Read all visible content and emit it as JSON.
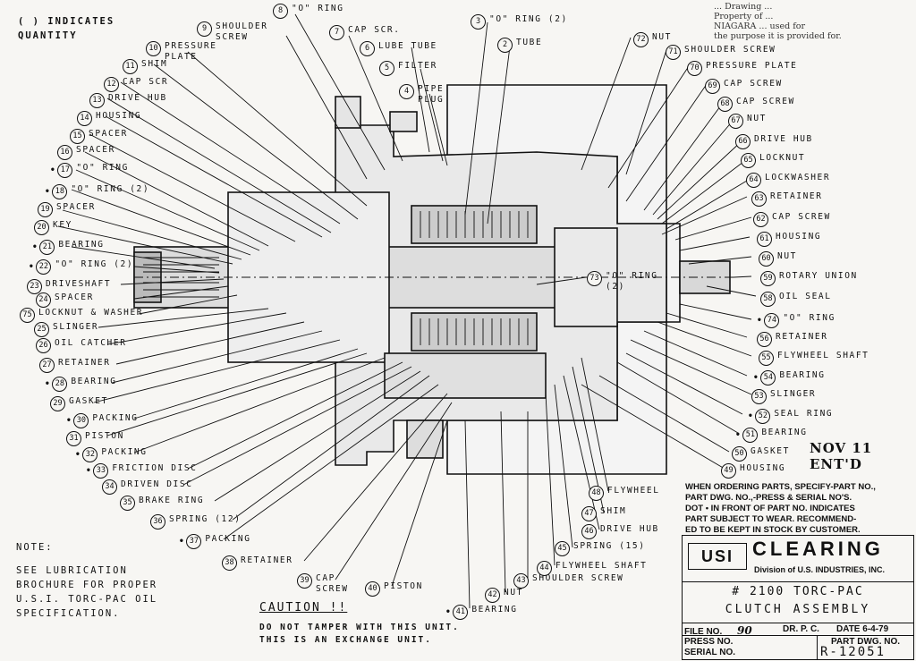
{
  "header_note": "( ) INDICATES\nQUANTITY",
  "stamp_text": "... Drawing ...\nProperty of ...\nNIAGARA ... used for\nthe purpose it is provided for.",
  "labels_left": [
    {
      "num": "8",
      "text": "\"O\" RING"
    },
    {
      "num": "9",
      "text": "SHOULDER\nSCREW"
    },
    {
      "num": "7",
      "text": "CAP SCR."
    },
    {
      "num": "6",
      "text": "LUBE TUBE"
    },
    {
      "num": "5",
      "text": "FILTER"
    },
    {
      "num": "4",
      "text": "PIPE\nPLUG"
    },
    {
      "num": "3",
      "text": "\"O\" RING (2)"
    },
    {
      "num": "2",
      "text": "TUBE"
    },
    {
      "num": "10",
      "text": "PRESSURE\nPLATE"
    },
    {
      "num": "11",
      "text": "SHIM"
    },
    {
      "num": "12",
      "text": "CAP SCR"
    },
    {
      "num": "13",
      "text": "DRIVE HUB"
    },
    {
      "num": "14",
      "text": "HOUSING"
    },
    {
      "num": "15",
      "text": "SPACER"
    },
    {
      "num": "16",
      "text": "SPACER"
    },
    {
      "num": "17",
      "text": "\"O\" RING",
      "dot": true
    },
    {
      "num": "18",
      "text": "\"O\" RING (2)",
      "dot": true
    },
    {
      "num": "19",
      "text": "SPACER"
    },
    {
      "num": "20",
      "text": "KEY"
    },
    {
      "num": "21",
      "text": "BEARING",
      "dot": true
    },
    {
      "num": "22",
      "text": "\"O\" RING (2)",
      "dot": true
    },
    {
      "num": "23",
      "text": "DRIVESHAFT"
    },
    {
      "num": "24",
      "text": "SPACER"
    },
    {
      "num": "75",
      "text": "LOCKNUT & WASHER"
    },
    {
      "num": "25",
      "text": "SLINGER"
    },
    {
      "num": "26",
      "text": "OIL CATCHER"
    },
    {
      "num": "27",
      "text": "RETAINER"
    },
    {
      "num": "28",
      "text": "BEARING",
      "dot": true
    },
    {
      "num": "29",
      "text": "GASKET"
    },
    {
      "num": "30",
      "text": "PACKING",
      "dot": true
    },
    {
      "num": "31",
      "text": "PISTON"
    },
    {
      "num": "32",
      "text": "PACKING",
      "dot": true
    },
    {
      "num": "33",
      "text": "FRICTION DISC",
      "dot": true
    },
    {
      "num": "34",
      "text": "DRIVEN DISC"
    },
    {
      "num": "35",
      "text": "BRAKE RING"
    },
    {
      "num": "36",
      "text": "SPRING (12)"
    },
    {
      "num": "37",
      "text": "PACKING",
      "dot": true
    },
    {
      "num": "38",
      "text": "RETAINER"
    },
    {
      "num": "39",
      "text": "CAP\nSCREW"
    },
    {
      "num": "40",
      "text": "PISTON"
    },
    {
      "num": "41",
      "text": "BEARING",
      "dot": true
    },
    {
      "num": "42",
      "text": "NUT"
    },
    {
      "num": "43",
      "text": "SHOULDER SCREW"
    },
    {
      "num": "44",
      "text": "FLYWHEEL SHAFT"
    },
    {
      "num": "45",
      "text": "SPRING (15)"
    },
    {
      "num": "46",
      "text": "DRIVE HUB"
    },
    {
      "num": "47",
      "text": "SHIM"
    },
    {
      "num": "48",
      "text": "FLYWHEEL"
    }
  ],
  "labels_right": [
    {
      "num": "72",
      "text": "NUT"
    },
    {
      "num": "71",
      "text": "SHOULDER SCREW"
    },
    {
      "num": "70",
      "text": "PRESSURE PLATE"
    },
    {
      "num": "69",
      "text": "CAP SCREW"
    },
    {
      "num": "68",
      "text": "CAP SCREW"
    },
    {
      "num": "67",
      "text": "NUT"
    },
    {
      "num": "66",
      "text": "DRIVE HUB"
    },
    {
      "num": "65",
      "text": "LOCKNUT"
    },
    {
      "num": "64",
      "text": "LOCKWASHER"
    },
    {
      "num": "63",
      "text": "RETAINER"
    },
    {
      "num": "62",
      "text": "CAP SCREW"
    },
    {
      "num": "61",
      "text": "HOUSING"
    },
    {
      "num": "60",
      "text": "NUT"
    },
    {
      "num": "59",
      "text": "ROTARY UNION"
    },
    {
      "num": "58",
      "text": "OIL SEAL"
    },
    {
      "num": "74",
      "text": "\"O\" RING",
      "dot": true
    },
    {
      "num": "56",
      "text": "RETAINER"
    },
    {
      "num": "55",
      "text": "FLYWHEEL SHAFT"
    },
    {
      "num": "54",
      "text": "BEARING",
      "dot": true
    },
    {
      "num": "53",
      "text": "SLINGER"
    },
    {
      "num": "52",
      "text": "SEAL RING",
      "dot": true
    },
    {
      "num": "51",
      "text": "BEARING",
      "dot": true
    },
    {
      "num": "50",
      "text": "GASKET"
    },
    {
      "num": "49",
      "text": "HOUSING"
    },
    {
      "num": "73",
      "text": "\"O\" RING\n(2)"
    }
  ],
  "note": {
    "title": "NOTE:",
    "body": "SEE LUBRICATION\nBROCHURE FOR PROPER\nU.S.I. TORC-PAC OIL\nSPECIFICATION."
  },
  "caution": {
    "title": "CAUTION !!",
    "body": "DO NOT TAMPER WITH THIS UNIT.\nTHIS IS AN EXCHANGE UNIT."
  },
  "handwritten_date": "NOV 11 ENT'D",
  "ordering_note": "WHEN ORDERING PARTS, SPECIFY-PART NO.,\nPART DWG. NO.,-PRESS & SERIAL NO'S.\nDOT • IN FRONT OF PART NO. INDICATES\nPART SUBJECT TO WEAR. RECOMMEND-\nED TO BE KEPT IN STOCK BY CUSTOMER.",
  "title_block": {
    "logo": "USI",
    "company": "CLEARING",
    "division": "Division of U.S. INDUSTRIES, INC.",
    "model": "# 2100 TORC-PAC",
    "title": "CLUTCH ASSEMBLY",
    "file_no_label": "FILE NO.",
    "file_no": "90",
    "dr_label": "DR.",
    "dr": "P. C.",
    "date_label": "DATE",
    "date": "6-4-79",
    "press_label": "PRESS NO.",
    "serial_label": "SERIAL NO.",
    "part_dwg_label": "PART DWG. NO.",
    "part_dwg": "R-12051"
  },
  "colors": {
    "ink": "#111111",
    "paper": "#f7f6f3",
    "shade": "#cfcfcf"
  }
}
